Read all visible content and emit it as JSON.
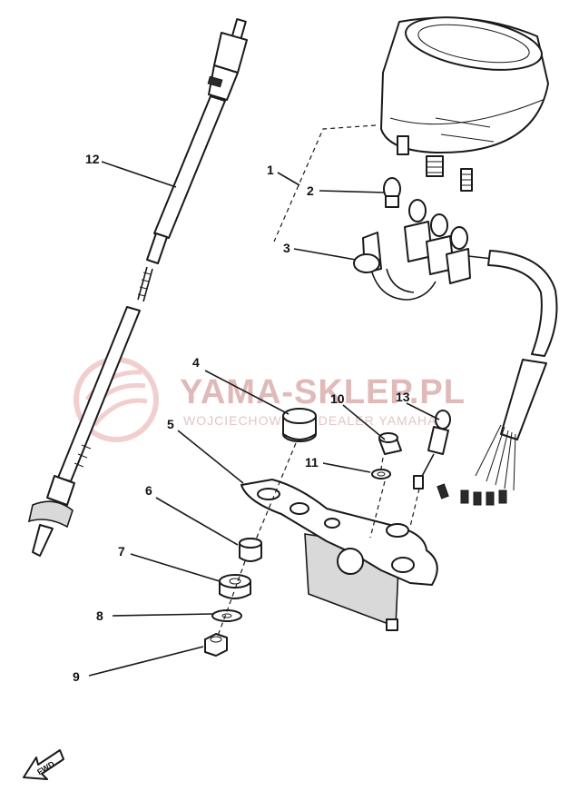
{
  "watermark": {
    "brand": "YAMA-SKLEP.PL",
    "subline": "WOJCIECHOWICZ | DEALER YAMAHA",
    "color": "#e0b9b9"
  },
  "callouts": {
    "c1": "1",
    "c2": "2",
    "c3": "3",
    "c4": "4",
    "c5": "5",
    "c6": "6",
    "c7": "7",
    "c8": "8",
    "c9": "9",
    "c10": "10",
    "c11": "11",
    "c12": "12",
    "c13": "13"
  },
  "direction": {
    "label": "FWD",
    "icon": "forward-arrow-icon"
  }
}
